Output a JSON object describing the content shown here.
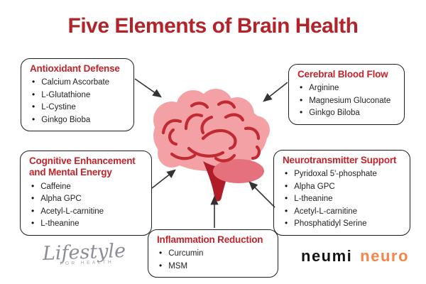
{
  "title": "Five Elements of Brain Health",
  "boxes": [
    {
      "heading": "Antioxidant Defense",
      "items": [
        "Calcium Ascorbate",
        "L-Glutathione",
        "L-Cystine",
        "Ginkgo Bioba"
      ]
    },
    {
      "heading": "Cerebral Blood Flow",
      "items": [
        "Arginine",
        "Magnesium Gluconate",
        "Ginkgo Biloba"
      ]
    },
    {
      "heading": "Cognitive Enhancement and Mental Energy",
      "items": [
        "Caffeine",
        "Alpha GPC",
        "Acetyl-L-carnitine",
        "L-theanine"
      ]
    },
    {
      "heading": "Neurotransmitter Support",
      "items": [
        "Pyridoxal 5'-phosphate",
        "Alpha GPC",
        "L-theanine",
        "Acetyl-L-carnitine",
        "Phosphatidyl Serine"
      ]
    },
    {
      "heading": "Inflammation Reduction",
      "items": [
        "Curcumin",
        "MSM"
      ]
    }
  ],
  "logos": {
    "lifestyle": {
      "name": "Lifestyle",
      "tagline": "FOR HEALTH"
    },
    "neumi": {
      "brand": "neumi",
      "product": "neuro"
    }
  },
  "colors": {
    "title_red": "#B22429",
    "heading_red": "#C1242B",
    "brain_pink": "#F4A1A6",
    "brain_fold_red": "#C22A33",
    "cerebellum_pink": "#E4717B",
    "stem_red": "#AF1E28",
    "arrow_gray": "#333333",
    "neuro_orange": "#F5854A",
    "lifestyle_gray": "#8D8F98"
  }
}
